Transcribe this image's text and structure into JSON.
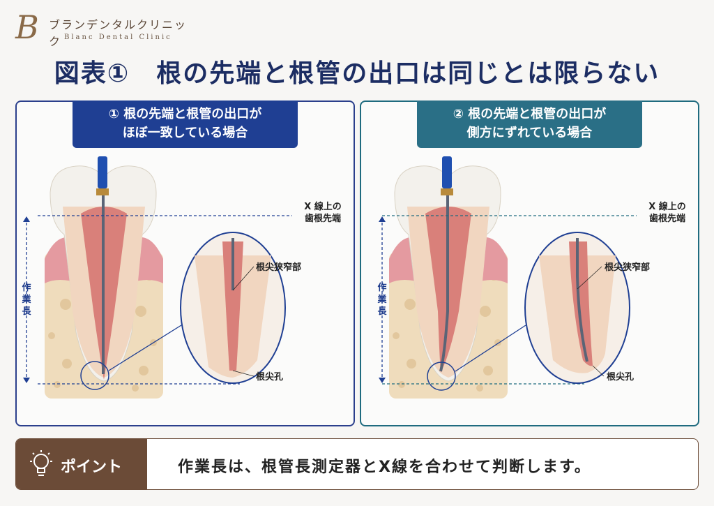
{
  "logo": {
    "mark": "B",
    "name_jp": "ブランデンタルクリニック",
    "name_en": "Blanc Dental Clinic"
  },
  "title": "図表①　根の先端と根管の出口は同じとは限らない",
  "panels": [
    {
      "heading_line1": "① 根の先端と根管の出口が",
      "heading_line2": "ほぼ一致している場合",
      "xray_label_line1": "X 線上の",
      "xray_label_line2": "歯根先端",
      "constriction_label": "根尖狭窄部",
      "foramen_label": "根尖孔",
      "working_length_label": "作業長"
    },
    {
      "heading_line1": "② 根の先端と根管の出口が",
      "heading_line2": "側方にずれている場合",
      "xray_label_line1": "X 線上の",
      "xray_label_line2": "歯根先端",
      "constriction_label": "根尖狭窄部",
      "foramen_label": "根尖孔",
      "working_length_label": "作業長"
    }
  ],
  "point": {
    "tag": "ポイント",
    "icon": "lightbulb-icon",
    "text": "作業長は、根管長測定器とX線を合わせて判断します。"
  },
  "colors": {
    "navy": "#1f3f93",
    "teal": "#2a6f86",
    "brown": "#6b4b37",
    "dentin": "#f1d6c0",
    "pulp": "#d9807a",
    "bone": "#efdcbc"
  }
}
